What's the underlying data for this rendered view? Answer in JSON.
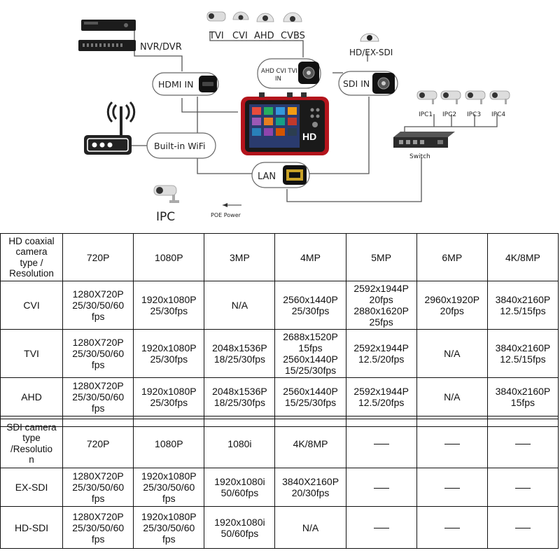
{
  "diagram": {
    "nvr_label": "NVR/DVR",
    "camera_types": [
      "TVI",
      "CVI",
      "AHD",
      "CVBS"
    ],
    "hd_ex_sdi_label": "HD/EX-SDI",
    "hdmi_in": "HDMI IN",
    "ahd_cvi_tvi_in": "AHD CVI TVI\nIN",
    "sdi_in": "SDI IN",
    "built_in_wifi": "Built-in WiFi",
    "lan": "LAN",
    "ipc": "IPC",
    "poe_power": "POE Power",
    "switch_label": "Switch",
    "ipcs": [
      "IPC1",
      "IPC2",
      "IPC3",
      "IPC4"
    ],
    "device_brand": "HD"
  },
  "table1": {
    "header": [
      "HD coaxial\ncamera\ntype /\nResolution",
      "720P",
      "1080P",
      "3MP",
      "4MP",
      "5MP",
      "6MP",
      "4K/8MP"
    ],
    "rows": [
      [
        "CVI",
        "1280X720P\n25/30/50/60\nfps",
        "1920x1080P\n25/30fps",
        "N/A",
        "2560x1440P\n25/30fps",
        "2592x1944P\n20fps\n2880x1620P\n25fps",
        "2960x1920P\n20fps",
        "3840x2160P\n12.5/15fps"
      ],
      [
        "TVI",
        "1280X720P\n25/30/50/60\nfps",
        "1920x1080P\n25/30fps",
        "2048x1536P\n18/25/30fps",
        "2688x1520P\n15fps\n2560x1440P\n15/25/30fps",
        "2592x1944P\n12.5/20fps",
        "N/A",
        "3840x2160P\n12.5/15fps"
      ],
      [
        "AHD",
        "1280X720P\n25/30/50/60\nfps",
        "1920x1080P\n25/30fps",
        "2048x1536P\n18/25/30fps",
        "2560x1440P\n15/25/30fps",
        "2592x1944P\n12.5/20fps",
        "N/A",
        "3840x2160P\n15fps"
      ]
    ]
  },
  "table2": {
    "header": [
      "SDI camera\ntype\n/Resolutio\nn",
      "720P",
      "1080P",
      "1080i",
      "4K/8MP",
      "—",
      "—",
      "—"
    ],
    "rows": [
      [
        "EX-SDI",
        "1280X720P\n25/30/50/60\nfps",
        "1920x1080P\n25/30/50/60\nfps",
        "1920x1080i\n50/60fps",
        "3840X2160P\n20/30fps",
        "—",
        "—",
        "—"
      ],
      [
        "HD-SDI",
        "1280X720P\n25/30/50/60\nfps",
        "1920x1080P\n25/30/50/60\nfps",
        "1920x1080i\n50/60fps",
        "N/A",
        "—",
        "—",
        "—"
      ]
    ]
  }
}
